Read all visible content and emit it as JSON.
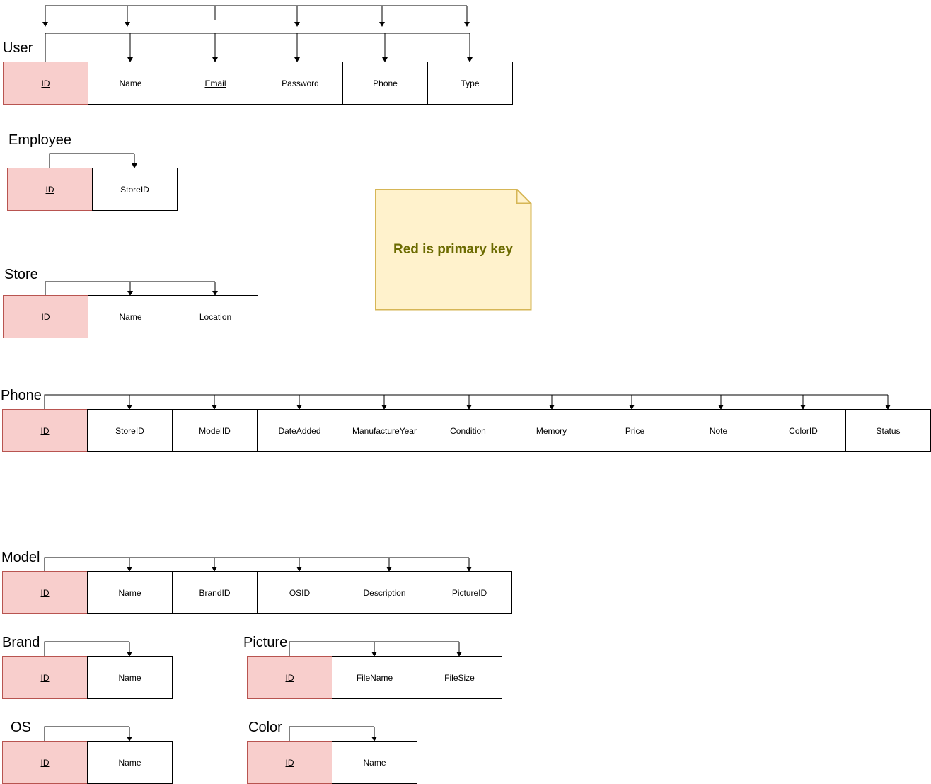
{
  "note": {
    "text": "Red is primary key"
  },
  "colors": {
    "pk_fill": "#f8cecc",
    "pk_stroke": "#b85450",
    "note_fill": "#fff2cc",
    "note_stroke": "#d6b656",
    "note_text": "#6b6b00"
  },
  "tables": {
    "user": {
      "name": "User",
      "columns": [
        "ID",
        "Name",
        "Email",
        "Password",
        "Phone",
        "Type"
      ]
    },
    "employee": {
      "name": "Employee",
      "columns": [
        "ID",
        "StoreID"
      ]
    },
    "store": {
      "name": "Store",
      "columns": [
        "ID",
        "Name",
        "Location"
      ]
    },
    "phone": {
      "name": "Phone",
      "columns": [
        "ID",
        "StoreID",
        "ModelID",
        "DateAdded",
        "ManufactureYear",
        "Condition",
        "Memory",
        "Price",
        "Note",
        "ColorID",
        "Status"
      ]
    },
    "model": {
      "name": "Model",
      "columns": [
        "ID",
        "Name",
        "BrandID",
        "OSID",
        "Description",
        "PictureID"
      ]
    },
    "brand": {
      "name": "Brand",
      "columns": [
        "ID",
        "Name"
      ]
    },
    "picture": {
      "name": "Picture",
      "columns": [
        "ID",
        "FileName",
        "FileSize"
      ]
    },
    "os": {
      "name": "OS",
      "columns": [
        "ID",
        "Name"
      ]
    },
    "color": {
      "name": "Color",
      "columns": [
        "ID",
        "Name"
      ]
    }
  }
}
